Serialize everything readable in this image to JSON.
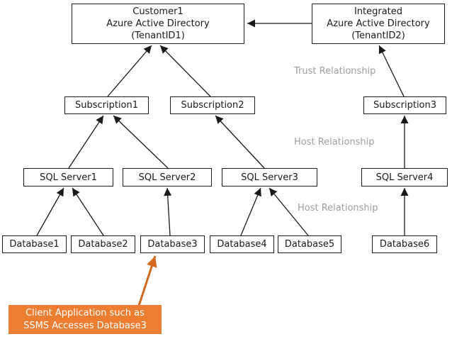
{
  "diagram": {
    "nodes": {
      "customer_aad": {
        "lines": [
          "Customer1",
          "Azure Active Directory",
          "(TenantID1)"
        ]
      },
      "integrated_aad": {
        "lines": [
          "Integrated",
          "Azure Active Directory",
          "(TenantID2)"
        ]
      },
      "subscription1": {
        "label": "Subscription1"
      },
      "subscription2": {
        "label": "Subscription2"
      },
      "subscription3": {
        "label": "Subscription3"
      },
      "sql_server1": {
        "label": "SQL Server1"
      },
      "sql_server2": {
        "label": "SQL Server2"
      },
      "sql_server3": {
        "label": "SQL Server3"
      },
      "sql_server4": {
        "label": "SQL Server4"
      },
      "database1": {
        "label": "Database1"
      },
      "database2": {
        "label": "Database2"
      },
      "database3": {
        "label": "Database3"
      },
      "database4": {
        "label": "Database4"
      },
      "database5": {
        "label": "Database5"
      },
      "database6": {
        "label": "Database6"
      }
    },
    "relationship_labels": {
      "trust": "Trust Relationship",
      "host_upper": "Host Relationship",
      "host_lower": "Host Relationship"
    },
    "callout": {
      "lines": [
        "Client Application such as",
        "SSMS Accesses Database3"
      ],
      "points_to": "Database3"
    },
    "edges": [
      {
        "from": "integrated_aad",
        "to": "customer_aad",
        "type": "trust"
      },
      {
        "from": "subscription1",
        "to": "customer_aad",
        "type": "host"
      },
      {
        "from": "subscription2",
        "to": "customer_aad",
        "type": "host"
      },
      {
        "from": "subscription3",
        "to": "integrated_aad",
        "type": "trust"
      },
      {
        "from": "sql_server1",
        "to": "subscription1",
        "type": "host"
      },
      {
        "from": "sql_server2",
        "to": "subscription1",
        "type": "host"
      },
      {
        "from": "sql_server3",
        "to": "subscription2",
        "type": "host"
      },
      {
        "from": "sql_server4",
        "to": "subscription3",
        "type": "host"
      },
      {
        "from": "database1",
        "to": "sql_server1",
        "type": "host"
      },
      {
        "from": "database2",
        "to": "sql_server1",
        "type": "host"
      },
      {
        "from": "database3",
        "to": "sql_server2",
        "type": "host"
      },
      {
        "from": "database4",
        "to": "sql_server3",
        "type": "host"
      },
      {
        "from": "database5",
        "to": "sql_server3",
        "type": "host"
      },
      {
        "from": "database6",
        "to": "sql_server4",
        "type": "host"
      },
      {
        "from": "client_callout",
        "to": "database3",
        "type": "access"
      }
    ],
    "colors": {
      "node_fill": "#FFFFFF",
      "node_border": "#1A1A1A",
      "edge": "#1A1A1A",
      "relationship_label": "#9E9E9E",
      "callout_fill": "#ED7D31",
      "callout_arrow": "#D2691E",
      "callout_text": "#FFFFFF"
    }
  }
}
